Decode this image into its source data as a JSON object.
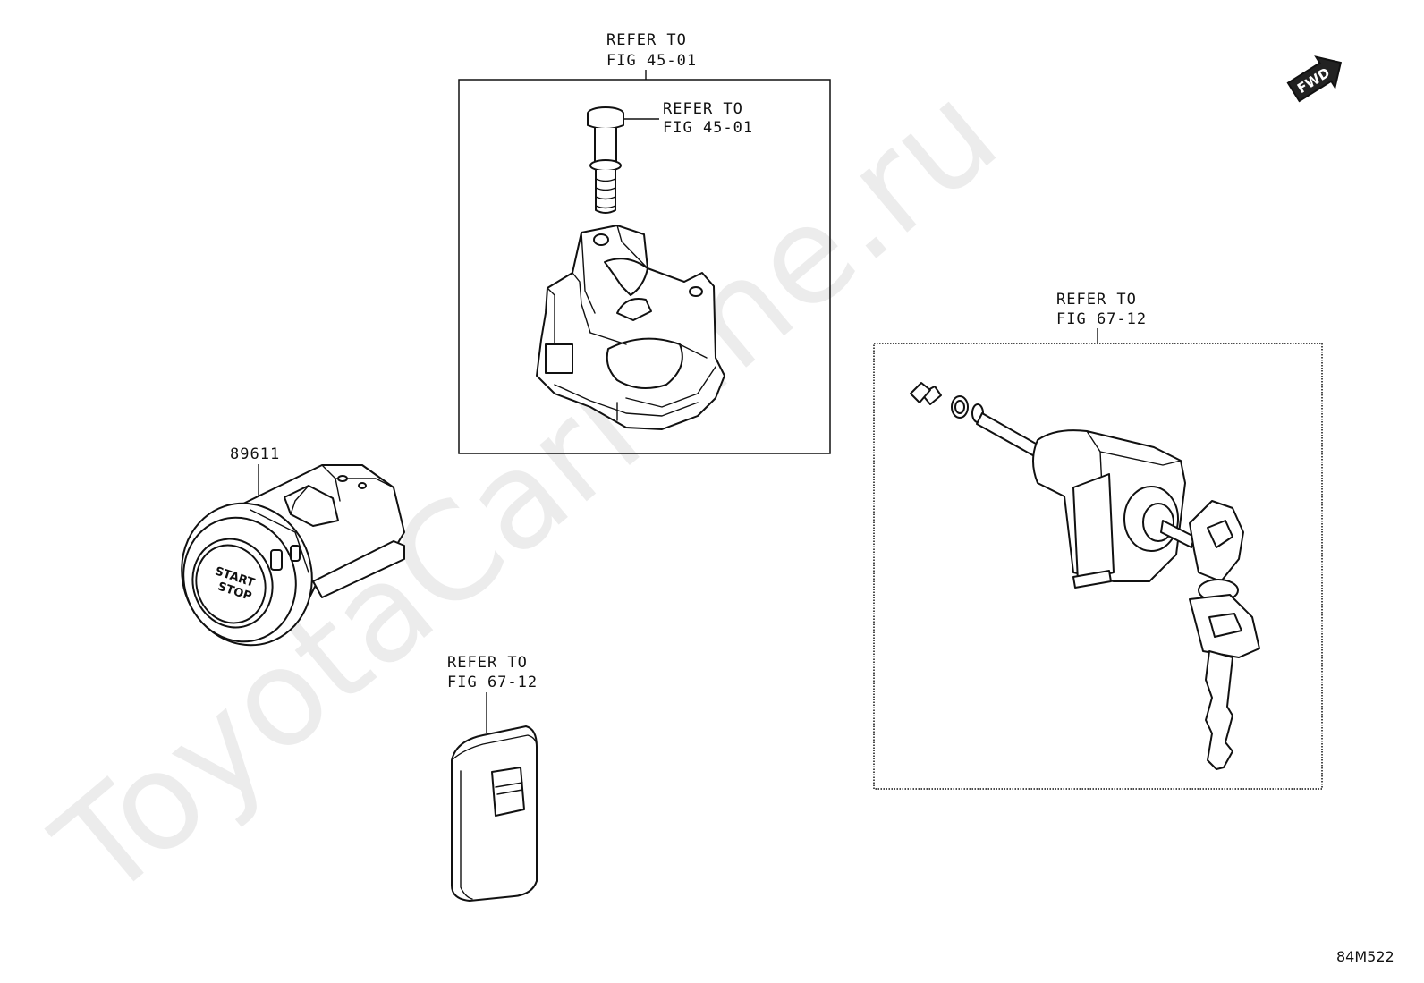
{
  "diagram": {
    "watermark": "ToyotaCarMine.ru",
    "fwd_label": "FWD",
    "drawing_code": "84M522",
    "callouts": {
      "top_box_line1": "REFER TO",
      "top_box_line2": "FIG 45-01",
      "bolt_line1": "REFER TO",
      "bolt_line2": "FIG 45-01",
      "right_box_line1": "REFER TO",
      "right_box_line2": "FIG 67-12",
      "fob_line1": "REFER TO",
      "fob_line2": "FIG 67-12"
    },
    "part_number": "89611",
    "button_text_line1": "START",
    "button_text_line2": "STOP"
  }
}
